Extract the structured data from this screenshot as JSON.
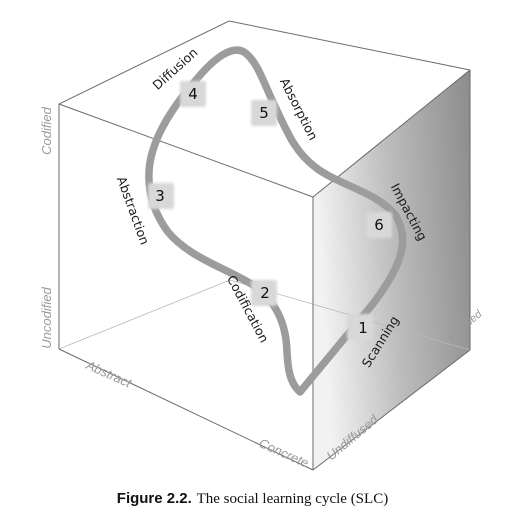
{
  "axes": {
    "codified": "Codified",
    "uncodified": "Uncodified",
    "abstract": "Abstract",
    "concrete": "Concrete",
    "undiffused": "Undiffused",
    "diffused": "Diffused"
  },
  "phases": [
    {
      "number": "1",
      "label": "Scanning"
    },
    {
      "number": "2",
      "label": "Codification"
    },
    {
      "number": "3",
      "label": "Abstraction"
    },
    {
      "number": "4",
      "label": "Diffusion"
    },
    {
      "number": "5",
      "label": "Absorption"
    },
    {
      "number": "6",
      "label": "Impacting"
    }
  ],
  "caption": {
    "label": "Figure 2.2.",
    "text": "The social learning cycle (SLC)"
  },
  "colors": {
    "cube_edge": "#6e6e6e",
    "curve": "#9c9c9c",
    "badge": "#d8d8d8",
    "shaded_face_dark": "#8a8a8a",
    "shaded_face_light": "#f4f4f4"
  }
}
